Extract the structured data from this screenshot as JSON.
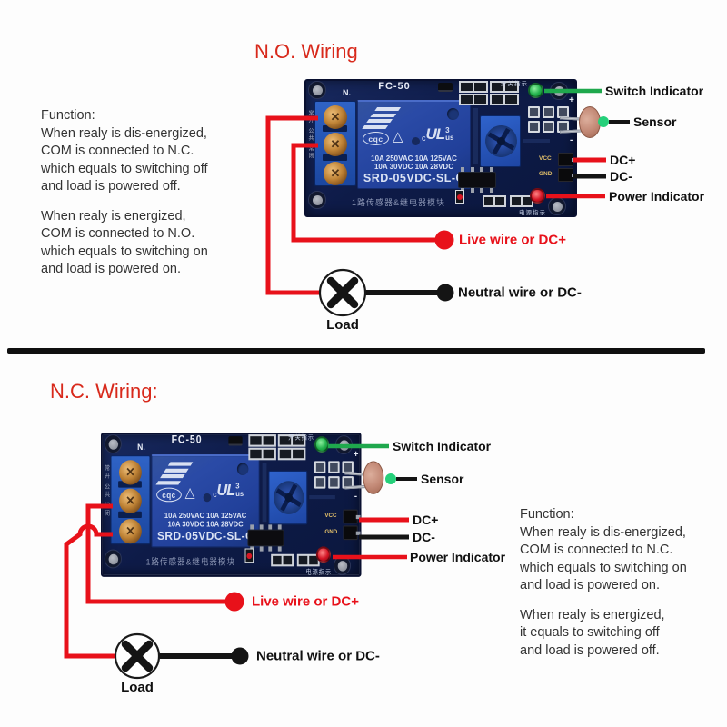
{
  "sections": {
    "no": {
      "title": "N.O. Wiring",
      "function_lines": [
        "Function:",
        "When realy is dis-energized,",
        "COM is connected to N.C.",
        "which equals to switching off",
        "and load is powered off.",
        "",
        "When realy is energized,",
        "COM is connected to N.O.",
        "which equals to switching on",
        "and load is powered on."
      ],
      "live_label": "Live wire or DC+",
      "neutral_label": "Neutral wire or DC-",
      "load_label": "Load"
    },
    "nc": {
      "title": "N.C. Wiring:",
      "function_lines": [
        "Function:",
        "When realy is dis-energized,",
        "COM is connected to N.C.",
        "which equals to switching on",
        "and load is powered on.",
        "",
        "When realy is energized,",
        "it equals to switching off",
        "and load is powered off."
      ],
      "live_label": "Live wire or DC+",
      "neutral_label": "Neutral wire or DC-",
      "load_label": "Load"
    }
  },
  "callouts": {
    "switch_indicator": "Switch Indicator",
    "sensor": "Sensor",
    "dc_plus": "DC+",
    "dc_minus": "DC-",
    "power_indicator": "Power Indicator"
  },
  "board": {
    "model": "FC-50",
    "terminal_label": "N.",
    "relay": {
      "cert": "cqc",
      "triangle": "△",
      "ul_c": "c",
      "ul": "UL",
      "ul_num": "3",
      "ul_us": "us",
      "ratings_line1": "10A 250VAC 10A 125VAC",
      "ratings_line2": "10A 30VDC 10A 28VDC",
      "part_number": "SRD-05VDC-SL-C"
    },
    "pins": {
      "vcc": "VCC",
      "gnd": "GND"
    },
    "silkscreen": {
      "bottom": "1路传感器&继电器模块",
      "left_vertical": "常开 公共 常闭",
      "led_top": "开关指示",
      "led_bottom": "电源指示",
      "plus": "+",
      "minus": "-"
    }
  },
  "colors": {
    "title_red": "#d8291b",
    "wire_red": "#e8111a",
    "wire_black": "#141414",
    "callout_green": "#1fa84d",
    "sensor_dot_green": "#25d07a",
    "led_green": "#22b24c",
    "led_red": "#d41424",
    "pcb_navy": "#0e1b48",
    "relay_blue": "#2a4aa6"
  }
}
